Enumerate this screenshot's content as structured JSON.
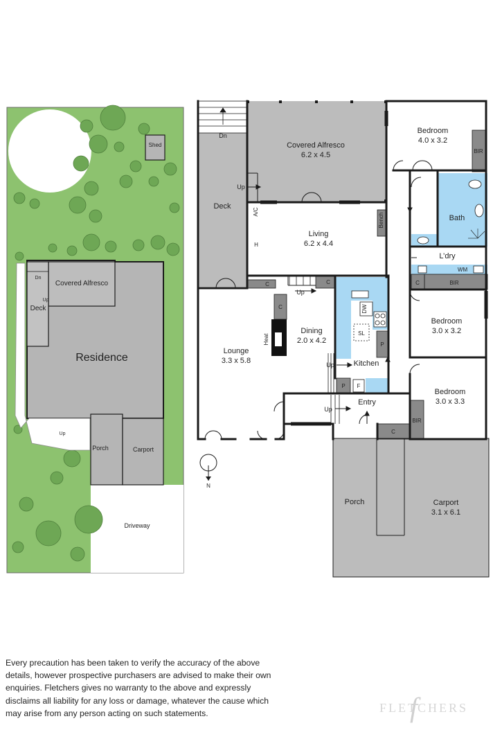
{
  "site": {
    "shed": "Shed",
    "dn": "Dn",
    "covered_alfresco": "Covered Alfresco",
    "up": "Up",
    "deck": "Deck",
    "residence": "Residence",
    "porch": "Porch",
    "carport": "Carport",
    "driveway": "Driveway"
  },
  "floor": {
    "dn": "Dn",
    "covered_alfresco": {
      "name": "Covered Alfresco",
      "dims": "6.2 x 4.5"
    },
    "bedroom1": {
      "name": "Bedroom",
      "dims": "4.0 x 3.2"
    },
    "bir": "BIR",
    "up": "Up",
    "deck": "Deck",
    "ac": "A/C",
    "living": {
      "name": "Living",
      "dims": "6.2 x 4.4"
    },
    "bench": "Bench",
    "bath": "Bath",
    "h": "H",
    "laundry": "L’dry",
    "wm": "WM",
    "c": "C",
    "dw": "DW",
    "bedroom2": {
      "name": "Bedroom",
      "dims": "3.0 x 3.2"
    },
    "heat": "Heat",
    "dining": {
      "name": "Dining",
      "dims": "2.0 x 4.2"
    },
    "sl": "SL",
    "lounge": {
      "name": "Lounge",
      "dims": "3.3 x 5.8"
    },
    "p": "P",
    "kitchen": "Kitchen",
    "f": "F",
    "bedroom3": {
      "name": "Bedroom",
      "dims": "3.0 x 3.3"
    },
    "entry": "Entry",
    "porch": "Porch",
    "carport": {
      "name": "Carport",
      "dims": "3.1 x 6.1"
    },
    "north": "N"
  },
  "disclaimer": {
    "line1": "Every precaution has been taken to verify the accuracy of the above",
    "line2": "details, however prospective purchasers are advised to make their own",
    "line3": "enquiries. Fletchers gives no warranty to the above and expressly",
    "line4": "disclaims all liability for any loss or damage, whatever the cause which",
    "line5": "may arise from any person acting on such statements."
  },
  "brand": {
    "name": "FLETCHERS",
    "mark": "f"
  },
  "colors": {
    "lawn": "#8dc26f",
    "tree": "#6ea755",
    "building": "#b5b5b5",
    "wall": "#1a1a1a",
    "wet_area": "#a9d8f3",
    "joinery": "#8a8a8a",
    "outdoor": "#bcbcbc"
  }
}
